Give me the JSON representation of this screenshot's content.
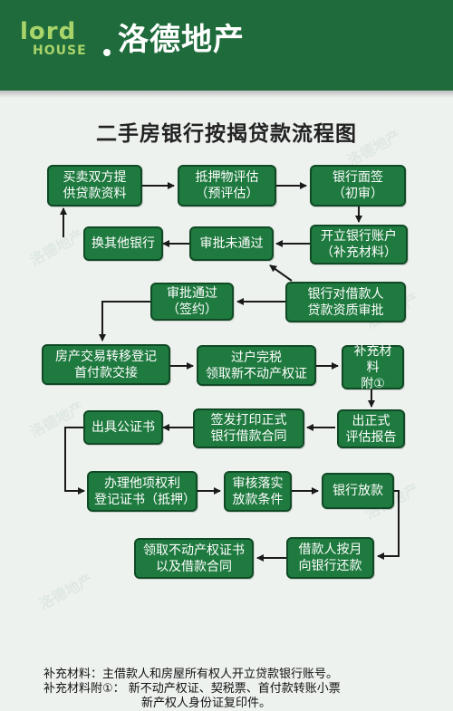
{
  "header": {
    "logo_lord": "lord",
    "logo_house": "HOUSE",
    "logo_name": "洛德地产"
  },
  "title": "二手房银行按揭贷款流程图",
  "steps": {
    "s1": [
      "买卖双方提",
      "供贷款资料"
    ],
    "s2": [
      "抵押物评估",
      "（预评估）"
    ],
    "s3": [
      "银行面签",
      "（初审）"
    ],
    "s4": [
      "开立银行账户",
      "（补充材料）"
    ],
    "s5": [
      "审批未通过"
    ],
    "s6": [
      "换其他银行"
    ],
    "s7": [
      "银行对借款人",
      "贷款资质审批"
    ],
    "s8": [
      "审批通过",
      "（签约）"
    ],
    "s9": [
      "房产交易转移登记",
      "首付款交接"
    ],
    "s10": [
      "过户完税",
      "领取新不动产权证"
    ],
    "s11": [
      "补充材料",
      "附①"
    ],
    "s12": [
      "出正式",
      "评估报告"
    ],
    "s13": [
      "签发打印正式",
      "银行借款合同"
    ],
    "s14": [
      "出具公证书"
    ],
    "s15": [
      "办理他项权利",
      "登记证书（抵押）"
    ],
    "s16": [
      "审核落实",
      "放款条件"
    ],
    "s17": [
      "银行放款"
    ],
    "s18": [
      "借款人按月",
      "向银行还款"
    ],
    "s19": [
      "领取不动产权证书",
      "以及借款合同"
    ]
  },
  "notes": {
    "line1": "补充材料：主借款人和房屋所有权人开立贷款银行账号。",
    "line2": "补充材料附①：  新不动产权证、契税票、首付款转账小票",
    "line3": "新产权人身份证复印件。"
  },
  "colors": {
    "header_bg": "#1f6b3c",
    "box_fill": "#1f7a3f",
    "box_border": "#0f4a24",
    "arrow": "#1a1a1a",
    "logo_accent": "#a8d46a"
  }
}
